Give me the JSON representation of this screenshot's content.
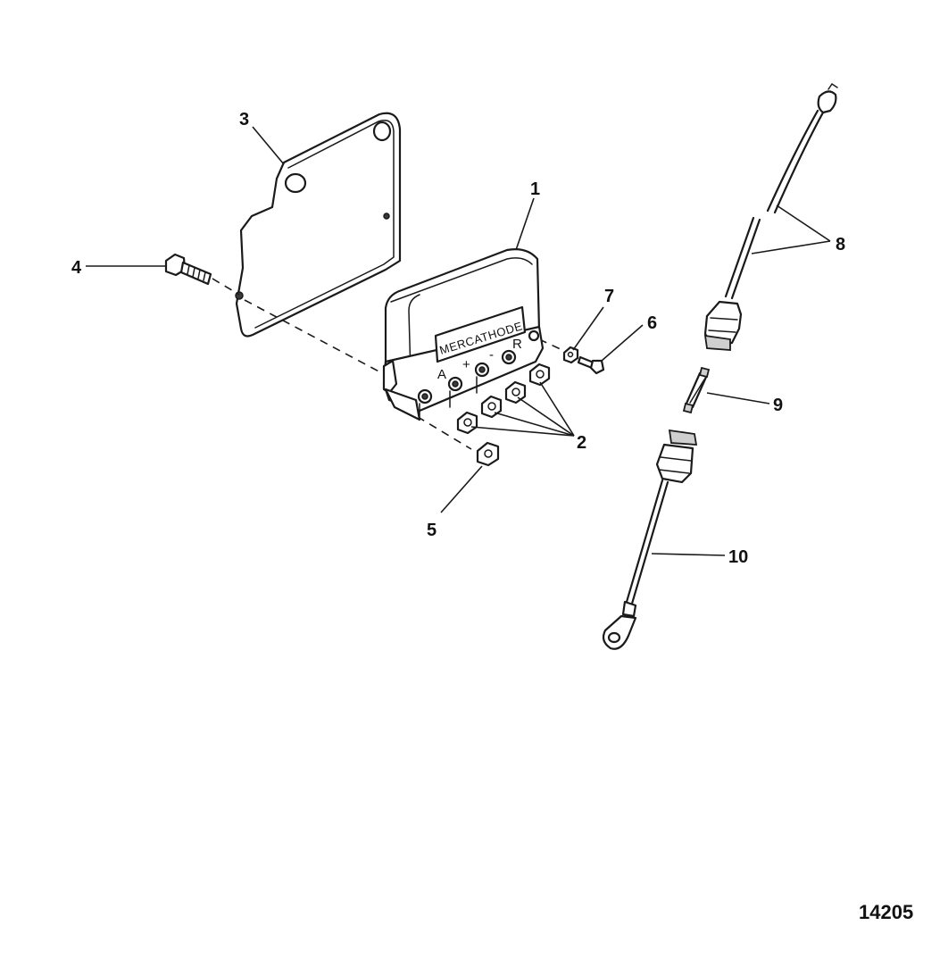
{
  "diagram": {
    "reference_number": "14205",
    "component_label": "MERCATHODE",
    "terminal_labels": [
      "A",
      "+",
      "-",
      "R"
    ],
    "callouts": [
      "1",
      "2",
      "3",
      "4",
      "5",
      "6",
      "7",
      "8",
      "9",
      "10"
    ]
  }
}
